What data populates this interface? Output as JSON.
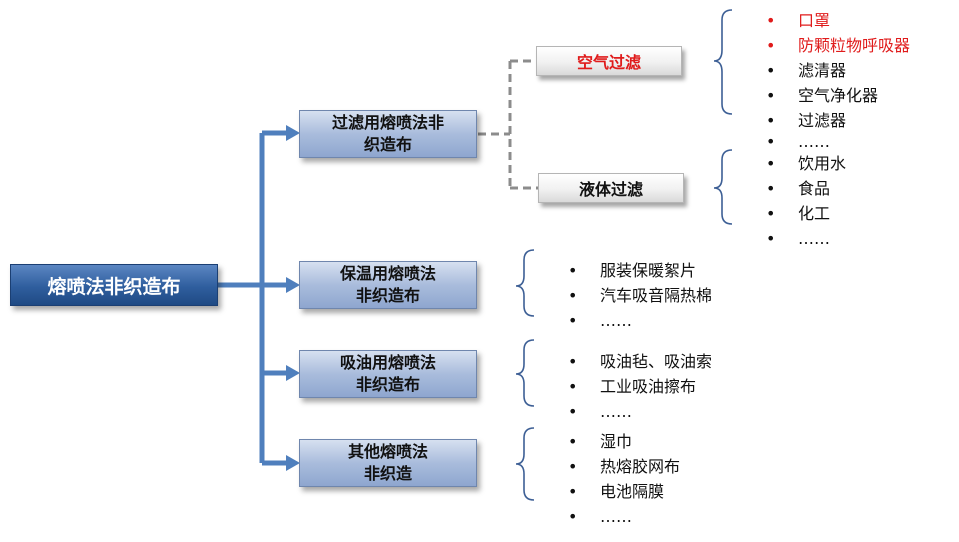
{
  "root": {
    "label": "熔喷法非织造布"
  },
  "categories": [
    {
      "label_line1": "过滤用熔喷法非",
      "label_line2": "织造布",
      "subgroups": [
        {
          "label": "空气过滤",
          "items": [
            "口罩",
            "防颗粒物呼吸器",
            "滤清器",
            "空气净化器",
            "过滤器",
            "……"
          ],
          "highlighted_count": 2
        },
        {
          "label": "液体过滤",
          "items": [
            "饮用水",
            "食品",
            "化工",
            "……"
          ]
        }
      ]
    },
    {
      "label_line1": "保温用熔喷法",
      "label_line2": "非织造布",
      "items": [
        "服装保暖絮片",
        "汽车吸音隔热棉",
        "……"
      ]
    },
    {
      "label_line1": "吸油用熔喷法",
      "label_line2": "非织造布",
      "items": [
        "吸油毡、吸油索",
        "工业吸油擦布",
        "……"
      ]
    },
    {
      "label_line1": "其他熔喷法",
      "label_line2": "非织造",
      "items": [
        "湿巾",
        "热熔胶网布",
        "电池隔膜",
        "……"
      ]
    }
  ],
  "colors": {
    "connector": "#4f7fbd",
    "dashed": "#8c8c8c",
    "bracket": "#3d5f95",
    "highlight": "#e01b1b"
  }
}
